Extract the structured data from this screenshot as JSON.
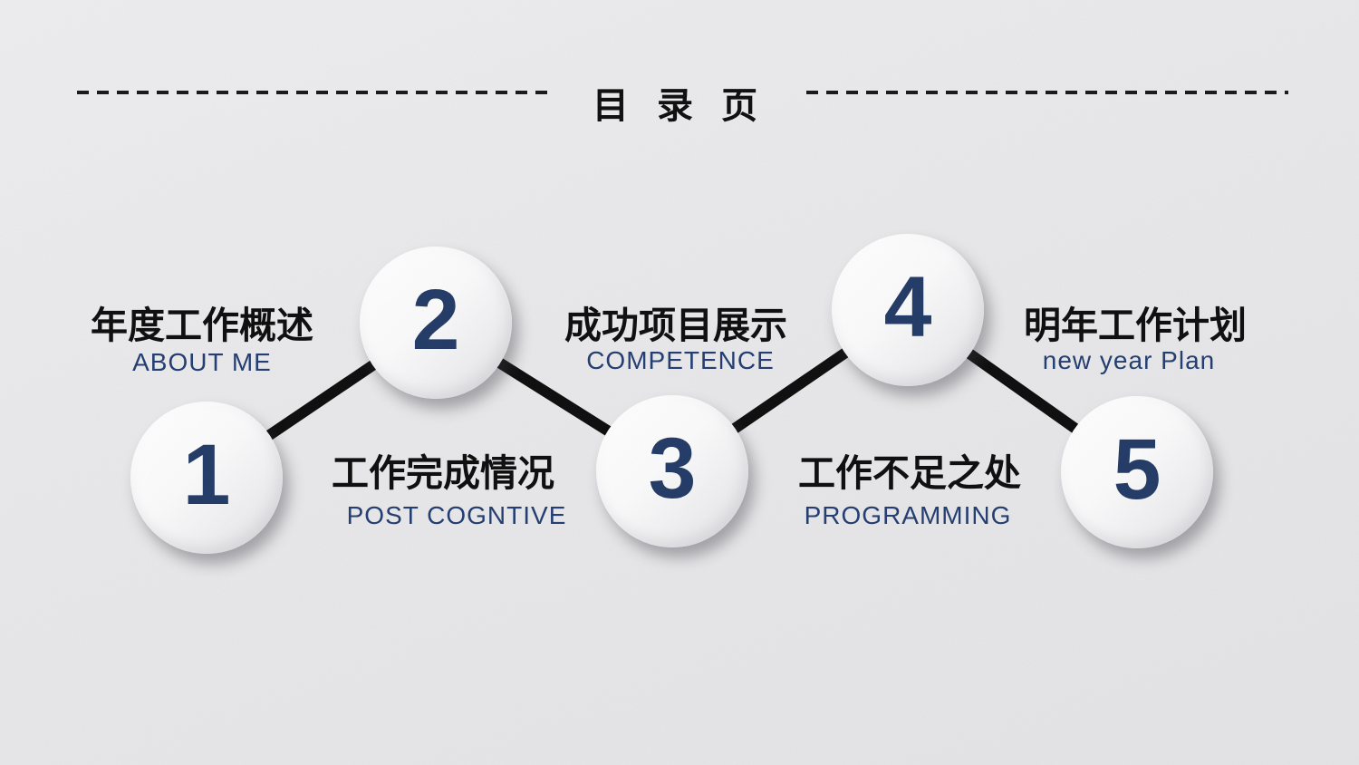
{
  "page_title": "目 录 页",
  "items": [
    {
      "number": "1",
      "title": "年度工作概述",
      "subtitle": "ABOUT ME"
    },
    {
      "number": "2",
      "title": "工作完成情况",
      "subtitle": "POST COGNTIVE"
    },
    {
      "number": "3",
      "title": "成功项目展示",
      "subtitle": "COMPETENCE"
    },
    {
      "number": "4",
      "title": "工作不足之处",
      "subtitle": "PROGRAMMING"
    },
    {
      "number": "5",
      "title": "明年工作计划",
      "subtitle": "new year Plan"
    }
  ],
  "colors": {
    "number_navy": "#1f3864",
    "caption_navy": "#1f3a6e",
    "heading_black": "#0a0a0a",
    "connector_black": "#0a0a0a",
    "background_gray": "#e8e8ea",
    "circle_white": "#ffffff"
  }
}
